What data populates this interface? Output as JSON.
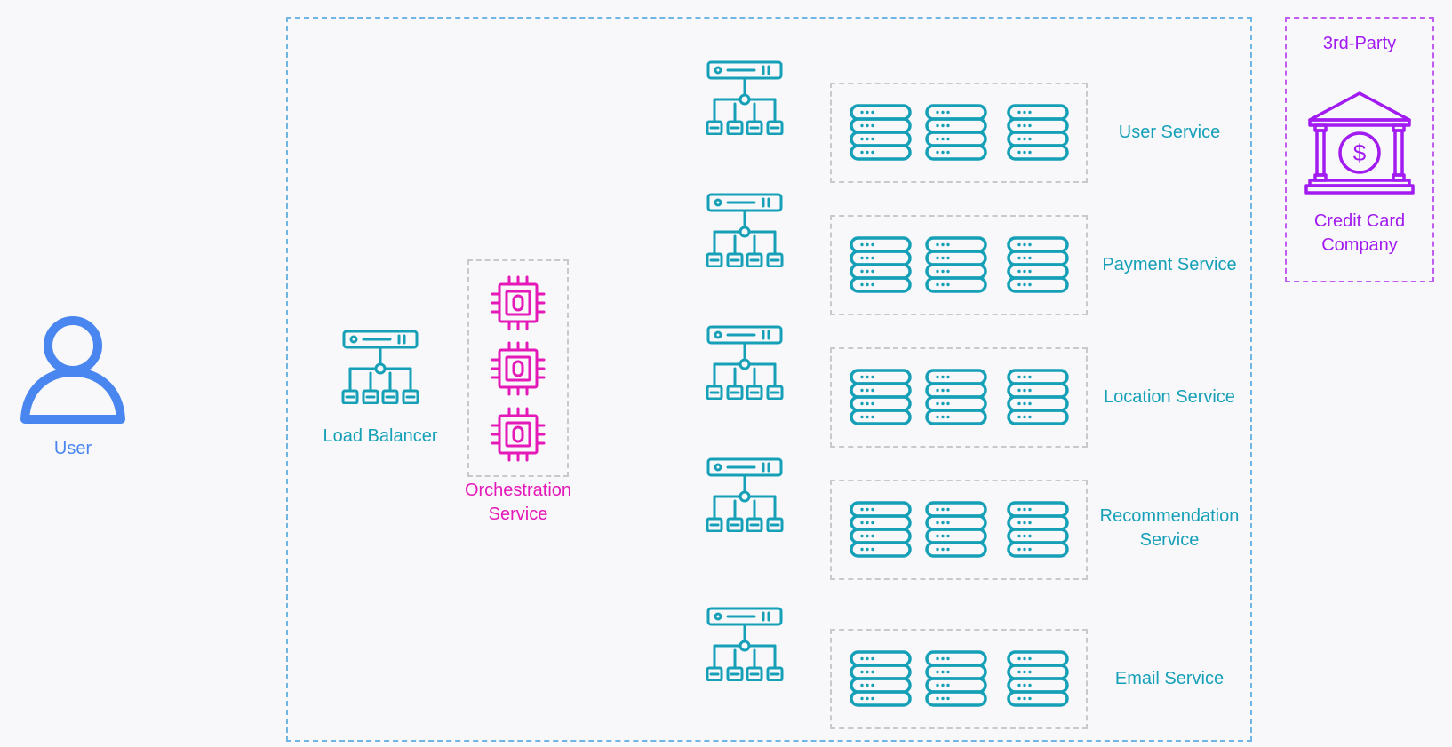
{
  "user": {
    "label": "User"
  },
  "load_balancer": {
    "label": "Load Balancer"
  },
  "orchestration": {
    "label_line1": "Orchestration",
    "label_line2": "Service"
  },
  "third_party": {
    "title": "3rd-Party",
    "company_line1": "Credit Card",
    "company_line2": "Company"
  },
  "services": [
    {
      "label_line1": "User Service",
      "label_line2": ""
    },
    {
      "label_line1": "Payment Service",
      "label_line2": ""
    },
    {
      "label_line1": "Location Service",
      "label_line2": ""
    },
    {
      "label_line1": "Recommendation",
      "label_line2": "Service"
    },
    {
      "label_line1": "Email Service",
      "label_line2": ""
    }
  ],
  "icons": {
    "user": "user-icon",
    "load_balancer": "load-balancer-icon",
    "chip": "cpu-chip-icon",
    "server": "server-stack-icon",
    "bank": "bank-icon"
  },
  "colors": {
    "teal": "#16a0b8",
    "blue": "#4a86f0",
    "magenta": "#e419b8",
    "purple": "#a21bf0",
    "zone_main_border": "#6fb6e4",
    "zone_third_border": "#c05cf0",
    "group_border": "#c9c9c9"
  }
}
